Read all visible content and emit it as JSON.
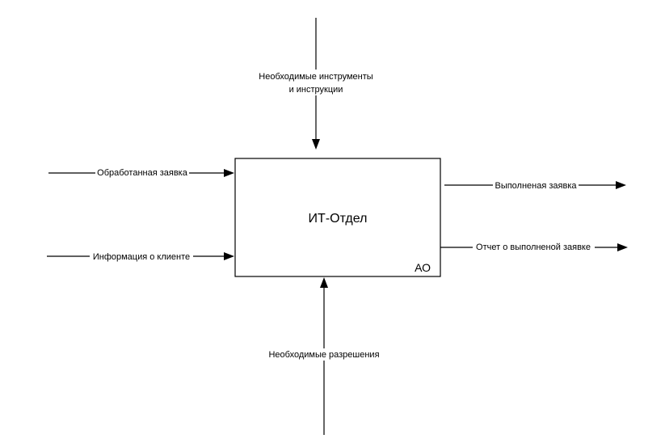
{
  "activity": {
    "title": "ИТ-Отдел",
    "code": "АО"
  },
  "inputs": [
    {
      "label": "Обработанная заявка"
    },
    {
      "label": "Информация о клиенте"
    }
  ],
  "outputs": [
    {
      "label": "Выполненая заявка"
    },
    {
      "label": "Отчет о выполненой заявке"
    }
  ],
  "control": {
    "label_lines": [
      "Необходимые инструменты",
      "и инструкции"
    ]
  },
  "mechanism": {
    "label": "Необходимые разрешения"
  },
  "colors": {
    "stroke": "#000000",
    "background": "#ffffff"
  }
}
